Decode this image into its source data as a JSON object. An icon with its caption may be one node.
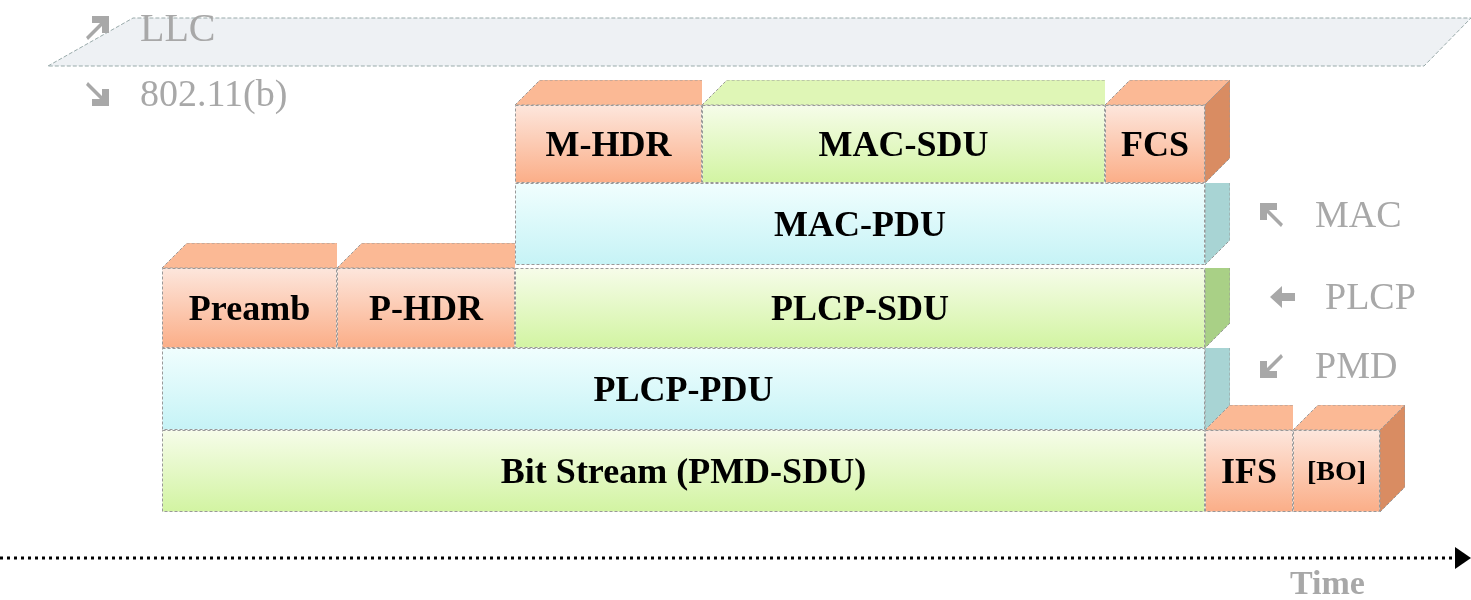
{
  "diagram": {
    "nodes": [
      {
        "text": [
          "M-HDR"
        ]
      },
      {
        "text": [
          "MAC-SDU"
        ]
      },
      {
        "text": [
          "FCS"
        ]
      },
      {
        "text": [
          "MAC-PDU"
        ]
      },
      {
        "text": [
          "Preamb"
        ]
      },
      {
        "text": [
          "P-HDR"
        ]
      },
      {
        "text": [
          "PLCP-SDU"
        ]
      },
      {
        "text": [
          "PLCP-PDU"
        ]
      },
      {
        "text": [
          "Bit Stream (PMD-SDU)"
        ]
      },
      {
        "text": [
          "IFS"
        ]
      },
      {
        "text": [
          "[BO]"
        ]
      }
    ],
    "edges": [],
    "labels": [
      "LLC",
      "802.11(b)",
      "MAC",
      "PLCP",
      "PMD",
      "Time"
    ]
  }
}
